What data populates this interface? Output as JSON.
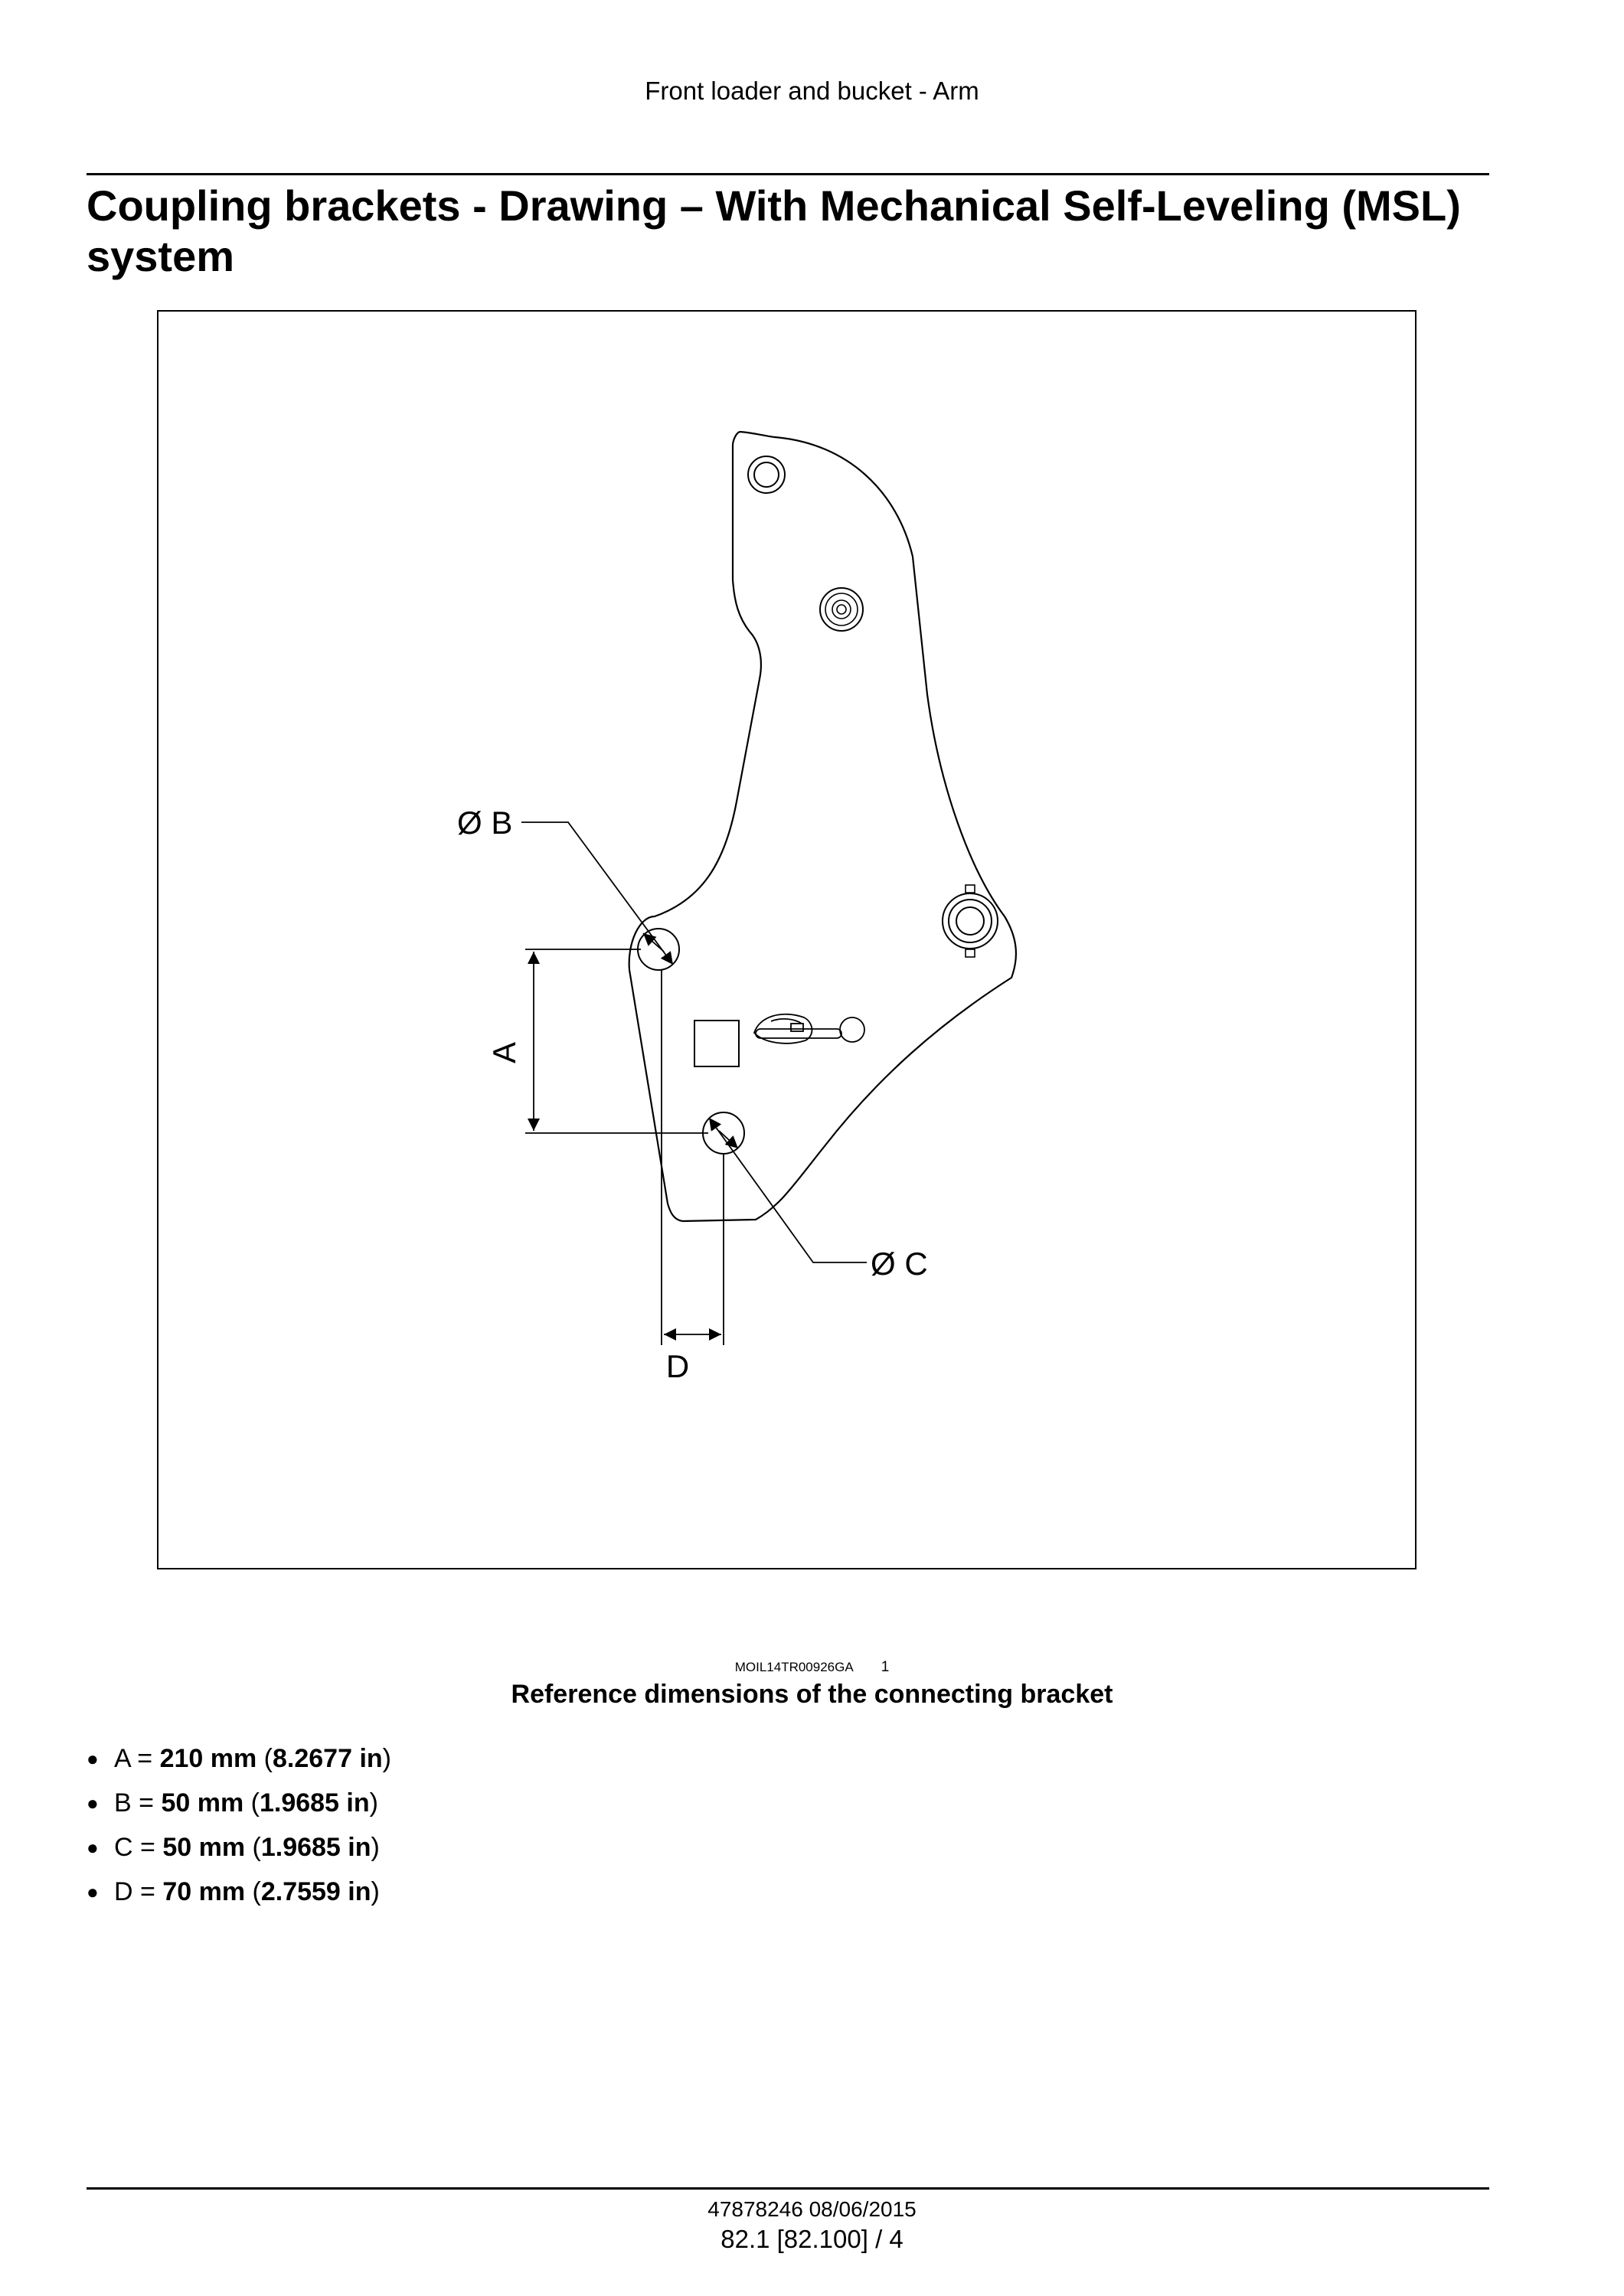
{
  "header": {
    "text": "Front loader and bucket - Arm"
  },
  "title": {
    "line1": "Coupling brackets - Drawing – With Mechanical Self-Leveling (MSL)",
    "line2": "system"
  },
  "figure": {
    "callouts": {
      "b": "Ø B",
      "a": "A",
      "c": "Ø C",
      "d": "D"
    },
    "reference_code": "MOIL14TR00926GA",
    "number": "1",
    "caption": "Reference dimensions of the connecting bracket"
  },
  "specs": [
    {
      "letter": "A",
      "eq": "=",
      "metric": "210 mm",
      "imperial": "8.2677 in"
    },
    {
      "letter": "B",
      "eq": "=",
      "metric": "50 mm",
      "imperial": "1.9685 in"
    },
    {
      "letter": "C",
      "eq": "=",
      "metric": "50 mm",
      "imperial": "1.9685 in"
    },
    {
      "letter": "D",
      "eq": "=",
      "metric": "70 mm",
      "imperial": "2.7559 in"
    }
  ],
  "footer": {
    "doc": "47878246 08/06/2015",
    "page": "82.1 [82.100] / 4"
  },
  "colors": {
    "ink": "#000000",
    "paper": "#ffffff"
  }
}
